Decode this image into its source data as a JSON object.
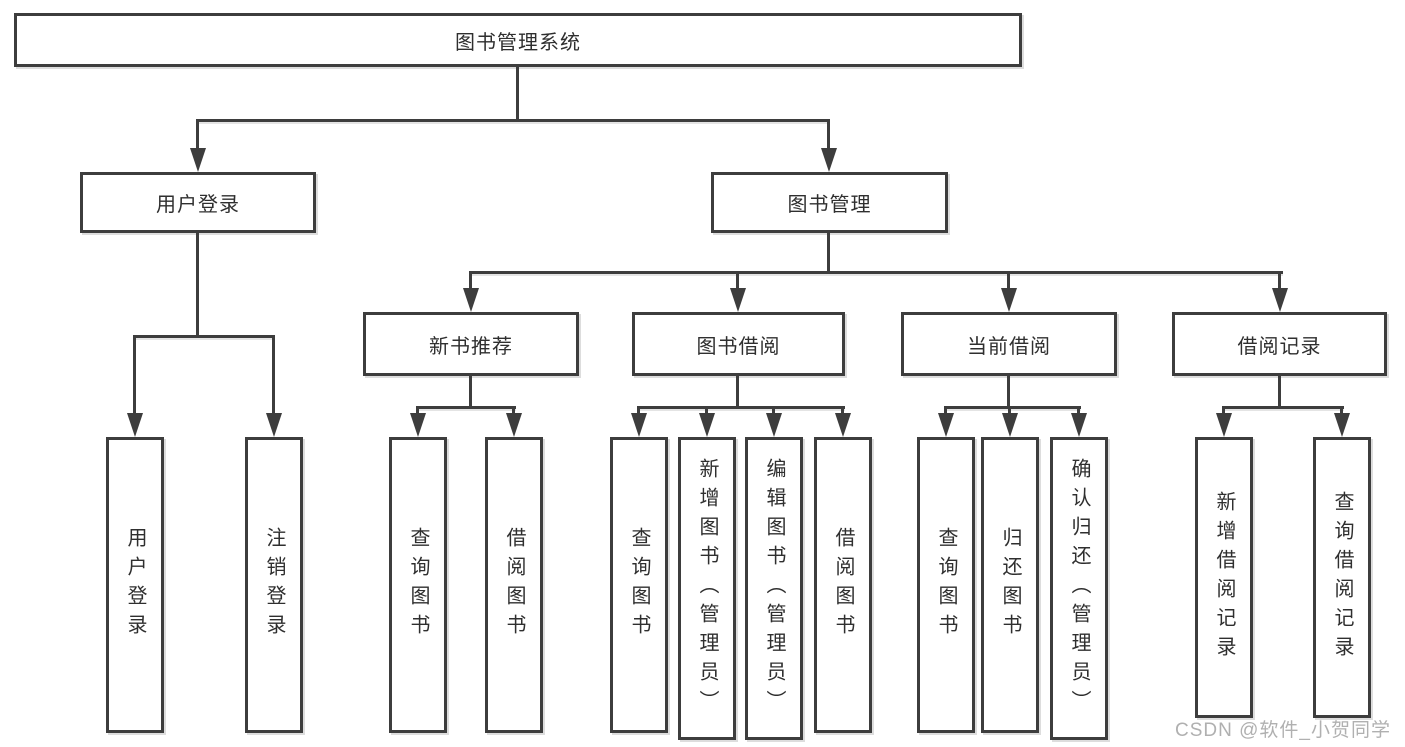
{
  "colors": {
    "line": "#3d3d3d",
    "text": "#2f2f2f",
    "watermark": "#b0b0b0",
    "bg": "#ffffff"
  },
  "diagram": {
    "title": "图书管理系统",
    "level2": [
      {
        "label": "用户登录"
      },
      {
        "label": "图书管理"
      }
    ],
    "level3": [
      {
        "label": "新书推荐"
      },
      {
        "label": "图书借阅"
      },
      {
        "label": "当前借阅"
      },
      {
        "label": "借阅记录"
      }
    ],
    "leaves": [
      {
        "label": "用户登录"
      },
      {
        "label": "注销登录"
      },
      {
        "label": "查询图书"
      },
      {
        "label": "借阅图书"
      },
      {
        "label": "查询图书"
      },
      {
        "label": "新增图书（管理员）"
      },
      {
        "label": "编辑图书（管理员）"
      },
      {
        "label": "借阅图书"
      },
      {
        "label": "查询图书"
      },
      {
        "label": "归还图书"
      },
      {
        "label": "确认归还（管理员）"
      },
      {
        "label": "新增借阅记录"
      },
      {
        "label": "查询借阅记录"
      }
    ]
  },
  "watermark": {
    "text": "CSDN @软件_小贺同学"
  }
}
